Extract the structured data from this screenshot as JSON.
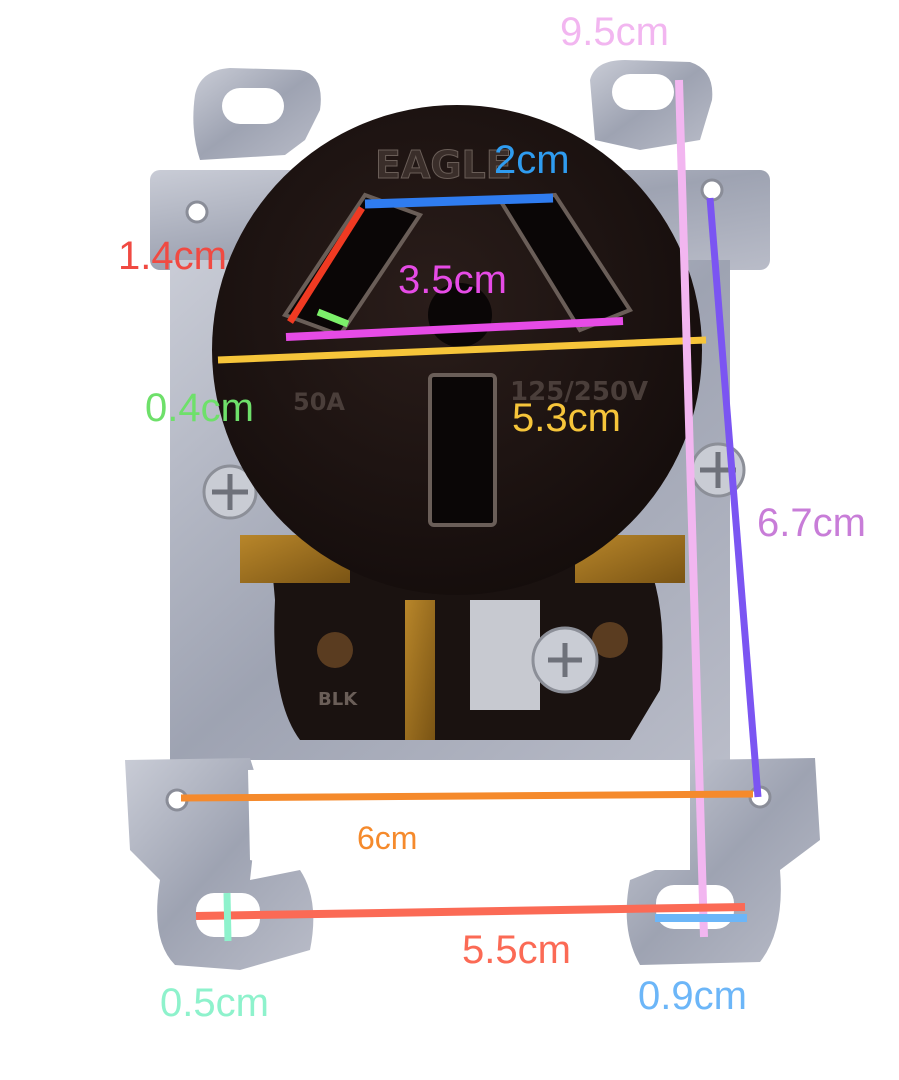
{
  "device": {
    "brand": "EAGLE",
    "rating_amps": "50A",
    "rating_volts": "125/250V",
    "terminal_label": "BLK"
  },
  "colors": {
    "total_height": "#f2b6f0",
    "slot_spacing": "#2f7cf0",
    "slot_length": "#f03a22",
    "slot_width": "#7cf06a",
    "slot_span": "#e64be6",
    "face_diameter": "#f6c53a",
    "mount_height": "#7b55f2",
    "mount_hole_spacing": "#f58a2c",
    "strap_slot_spacing": "#fb6a55",
    "strap_slot_height": "#8ef2cc",
    "strap_slot_width": "#6cb6f8"
  },
  "measurements": [
    {
      "id": "total_height",
      "label": "9.5cm"
    },
    {
      "id": "slot_spacing",
      "label": "2cm"
    },
    {
      "id": "slot_length",
      "label": "1.4cm"
    },
    {
      "id": "slot_span",
      "label": "3.5cm"
    },
    {
      "id": "slot_width",
      "label": "0.4cm"
    },
    {
      "id": "face_diameter",
      "label": "5.3cm"
    },
    {
      "id": "mount_height",
      "label": "6.7cm"
    },
    {
      "id": "mount_hole_spacing",
      "label": "6cm"
    },
    {
      "id": "strap_slot_spacing",
      "label": "5.5cm"
    },
    {
      "id": "strap_slot_height",
      "label": "0.5cm"
    },
    {
      "id": "strap_slot_width",
      "label": "0.9cm"
    }
  ]
}
